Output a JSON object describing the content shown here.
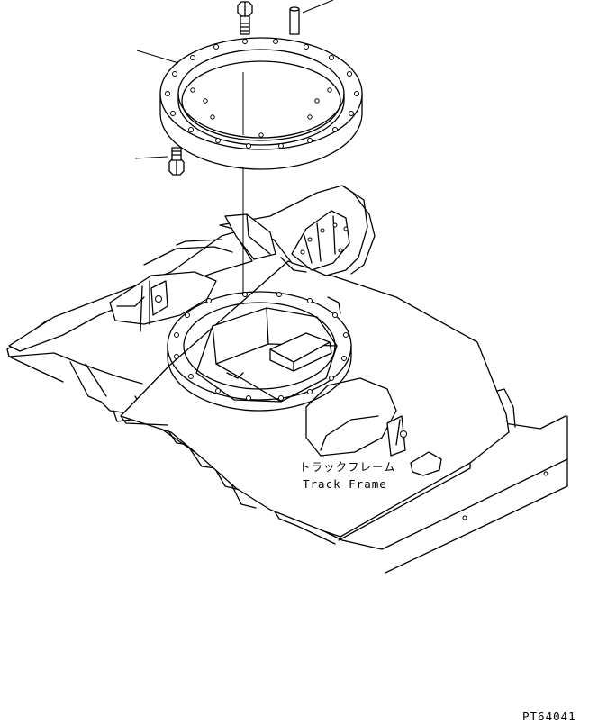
{
  "labels": {
    "track_frame_jp": "トラックフレーム",
    "track_frame_en": "Track Frame",
    "figure_code": "PT64041"
  }
}
